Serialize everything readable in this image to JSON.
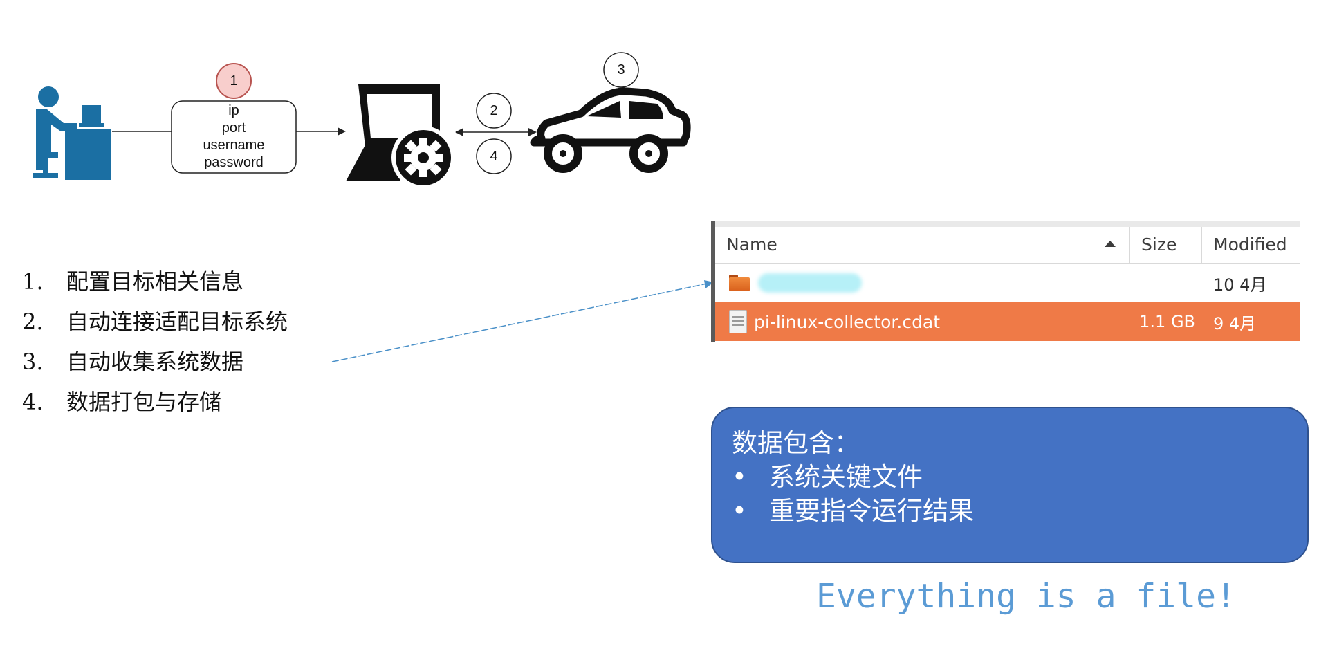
{
  "diagram": {
    "credentials": [
      "ip",
      "port",
      "username",
      "password"
    ],
    "step_numbers": [
      "1",
      "2",
      "3",
      "4"
    ],
    "icons": [
      "user-at-computer-icon",
      "laptop-gear-icon",
      "car-icon"
    ]
  },
  "steps": [
    {
      "num": "1.",
      "text": "配置目标相关信息"
    },
    {
      "num": "2.",
      "text": "自动连接适配目标系统"
    },
    {
      "num": "3.",
      "text": "自动收集系统数据"
    },
    {
      "num": "4.",
      "text": "数据打包与存储"
    }
  ],
  "file_list": {
    "columns": {
      "name": "Name",
      "size": "Size",
      "modified": "Modified"
    },
    "rows": [
      {
        "name": "",
        "size": "",
        "modified": "10 4月",
        "icon": "folder-icon"
      },
      {
        "name": "pi-linux-collector.cdat",
        "size": "1.1 GB",
        "modified": "9 4月",
        "icon": "binary-file-icon",
        "selected": true
      }
    ]
  },
  "data_box": {
    "title": "数据包含：",
    "bullet": "•",
    "items": [
      "系统关键文件",
      "重要指令运行结果"
    ]
  },
  "slogan": "Everything is a file!",
  "colors": {
    "user_icon": "#1b6fa3",
    "step1_fill": "#f8cecc",
    "step1_stroke": "#b85450",
    "selected_row": "#ef7a47",
    "data_box": "#4472c4",
    "slogan": "#5b9bd5",
    "connector": "#4a90c8"
  }
}
